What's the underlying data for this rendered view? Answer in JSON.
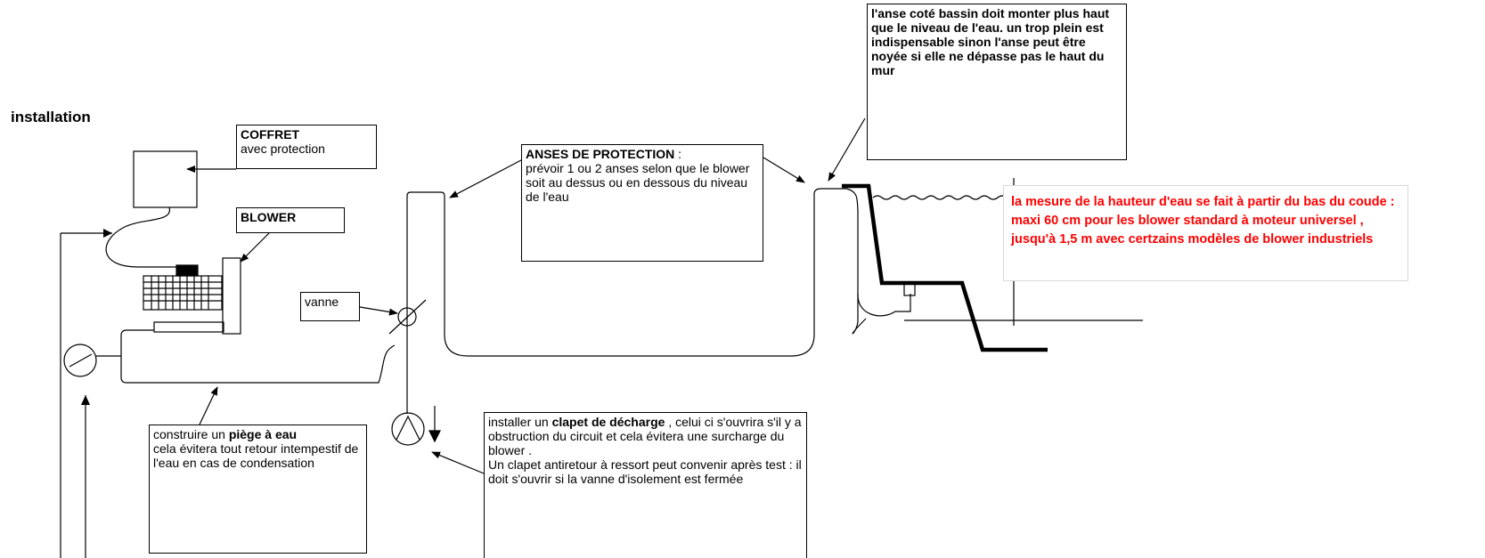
{
  "title": "installation",
  "colors": {
    "note_red": "#ff0000",
    "line": "#000000"
  },
  "coffret": {
    "title": "COFFRET",
    "text": "avec protection"
  },
  "blower": {
    "title": "BLOWER"
  },
  "anses": {
    "title": "ANSES DE PROTECTION",
    "suffix": " :",
    "text": "prévoir 1 ou 2 anses selon que le blower soit au dessus ou en dessous du niveau de l'eau"
  },
  "anse_note": {
    "text": "l'anse coté bassin doit monter plus haut que le niveau de l'eau. un trop plein est indispensable sinon l'anse peut être noyée si elle ne dépasse pas le haut du mur"
  },
  "vanne": {
    "label": "vanne"
  },
  "piege": {
    "prefix": "construire un ",
    "bold": "piège à eau",
    "text": "cela évitera tout retour intempestif de l'eau en cas de condensation"
  },
  "clapet": {
    "prefix": "installer un ",
    "bold": "clapet de décharge",
    "text1": " , celui ci s'ouvrira s'il y a obstruction du circuit et cela évitera une surcharge du blower .",
    "text2": "Un clapet antiretour à ressort peut convenir après test : il doit s'ouvrir si la vanne d'isolement est fermée"
  },
  "mesure": {
    "text": "la mesure de la hauteur d'eau se fait à partir du bas du coude : maxi 60 cm pour les blower standard à moteur universel , jusqu'à 1,5 m avec certzains modèles de blower industriels"
  }
}
